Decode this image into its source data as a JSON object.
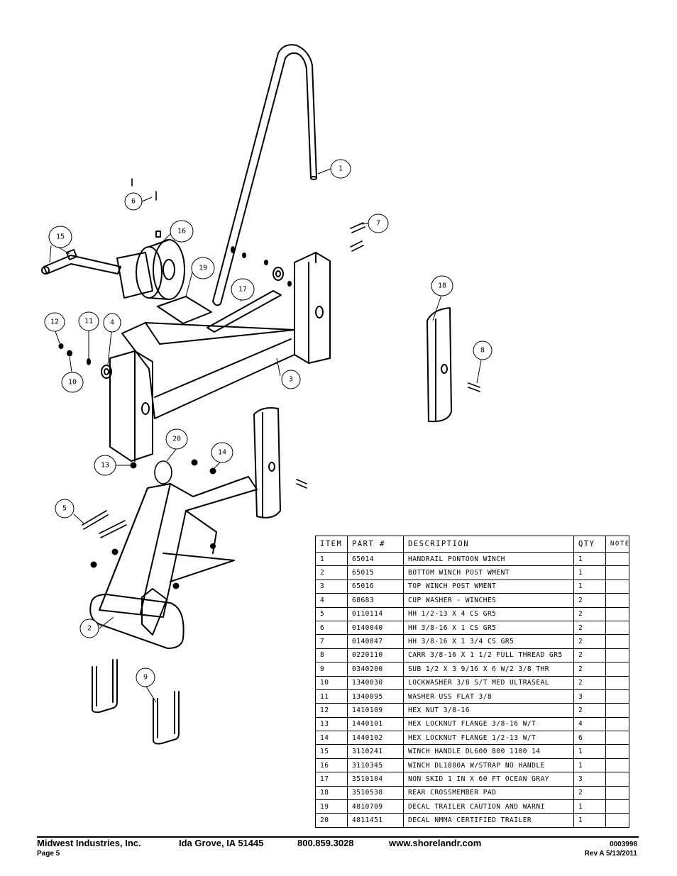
{
  "callouts": [
    "1",
    "2",
    "3",
    "4",
    "5",
    "6",
    "7",
    "8",
    "9",
    "10",
    "11",
    "12",
    "13",
    "14",
    "15",
    "16",
    "17",
    "18",
    "19",
    "20"
  ],
  "parts_table": {
    "headers": {
      "item": "ITEM",
      "part": "PART #",
      "description": "DESCRIPTION",
      "qty": "QTY",
      "note": "NOTE"
    },
    "rows": [
      {
        "item": "1",
        "part": "65014",
        "description": "HANDRAIL PONTOON WINCH",
        "qty": "1",
        "note": ""
      },
      {
        "item": "2",
        "part": "65015",
        "description": "BOTTOM WINCH POST WMENT",
        "qty": "1",
        "note": ""
      },
      {
        "item": "3",
        "part": "65016",
        "description": "TOP WINCH POST WMENT",
        "qty": "1",
        "note": ""
      },
      {
        "item": "4",
        "part": "68683",
        "description": "CUP WASHER - WINCHES",
        "qty": "2",
        "note": ""
      },
      {
        "item": "5",
        "part": "0110114",
        "description": "HH 1/2-13 X 4 CS GR5",
        "qty": "2",
        "note": ""
      },
      {
        "item": "6",
        "part": "0140040",
        "description": "HH 3/8-16 X 1 CS GR5",
        "qty": "2",
        "note": ""
      },
      {
        "item": "7",
        "part": "0140047",
        "description": "HH 3/8-16 X 1 3/4 CS GR5",
        "qty": "2",
        "note": ""
      },
      {
        "item": "8",
        "part": "0220110",
        "description": "CARR 3/8-16 X 1 1/2 FULL THREAD GR5",
        "qty": "2",
        "note": ""
      },
      {
        "item": "9",
        "part": "0340200",
        "description": "SUB 1/2 X 3 9/16 X 6 W/2 3/8 THR",
        "qty": "2",
        "note": ""
      },
      {
        "item": "10",
        "part": "1340030",
        "description": "LOCKWASHER 3/8 S/T MED ULTRASEAL",
        "qty": "2",
        "note": ""
      },
      {
        "item": "11",
        "part": "1340095",
        "description": "WASHER USS FLAT 3/8",
        "qty": "3",
        "note": ""
      },
      {
        "item": "12",
        "part": "1410109",
        "description": "HEX NUT 3/8-16",
        "qty": "2",
        "note": ""
      },
      {
        "item": "13",
        "part": "1440101",
        "description": "HEX LOCKNUT FLANGE 3/8-16 W/T",
        "qty": "4",
        "note": ""
      },
      {
        "item": "14",
        "part": "1440102",
        "description": "HEX LOCKNUT FLANGE 1/2-13 W/T",
        "qty": "6",
        "note": ""
      },
      {
        "item": "15",
        "part": "3110241",
        "description": "WINCH HANDLE   DL600 800 1100 14",
        "qty": "1",
        "note": ""
      },
      {
        "item": "16",
        "part": "3110345",
        "description": "WINCH DL1800A W/STRAP  NO HANDLE",
        "qty": "1",
        "note": ""
      },
      {
        "item": "17",
        "part": "3510104",
        "description": "NON SKID 1 IN X 60 FT OCEAN GRAY",
        "qty": "3",
        "note": ""
      },
      {
        "item": "18",
        "part": "3510538",
        "description": "REAR CROSSMEMBER PAD",
        "qty": "2",
        "note": ""
      },
      {
        "item": "19",
        "part": "4810709",
        "description": "DECAL TRAILER CAUTION AND WARNI",
        "qty": "1",
        "note": ""
      },
      {
        "item": "20",
        "part": "4811451",
        "description": "DECAL NMMA CERTIFIED TRAILER",
        "qty": "1",
        "note": ""
      }
    ]
  },
  "footer": {
    "company": "Midwest Industries, Inc.",
    "city": "Ida Grove, IA  51445",
    "phone": "800.859.3028",
    "website": "www.shorelandr.com",
    "page": "Page 5",
    "doc_number": "0003998",
    "revision": "Rev A  5/13/2011"
  }
}
